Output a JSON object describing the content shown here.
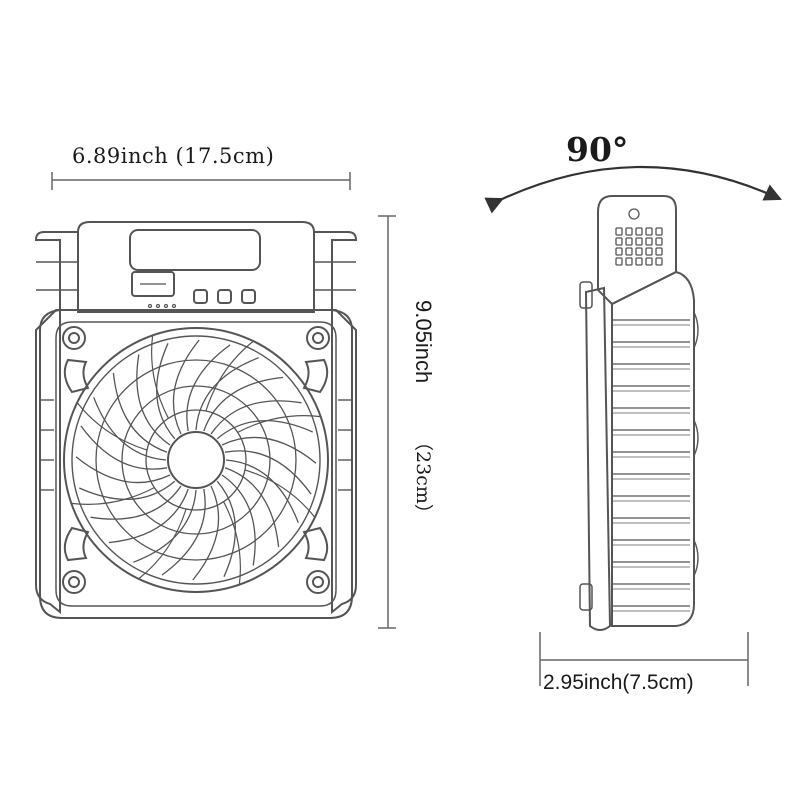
{
  "dimensions": {
    "width": "6.89inch (17.5cm)",
    "height": "9.05inch",
    "height_cm": "（23cm）",
    "depth": "2.95inch(7.5cm)",
    "rotation": "90°"
  },
  "colors": {
    "line": "#555555",
    "body": "#ffffff",
    "text": "#1a1a1a"
  }
}
